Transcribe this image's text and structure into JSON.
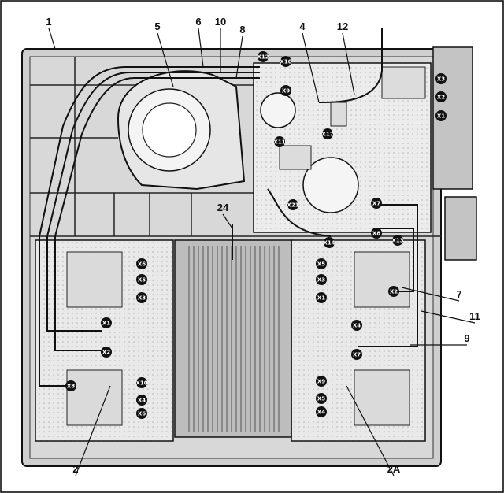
{
  "callouts": [
    "1",
    "5",
    "6",
    "10",
    "8",
    "4",
    "12",
    "24",
    "7",
    "11",
    "9",
    "2",
    "2A"
  ],
  "connectors": [
    "X12",
    "X10",
    "X9",
    "X11",
    "X17",
    "X21",
    "X7",
    "X14",
    "X8",
    "X13",
    "X6",
    "X5",
    "X3",
    "X1",
    "X2",
    "X4",
    "X10",
    "X6",
    "X5",
    "X3",
    "X1",
    "X2",
    "X4",
    "X7",
    "X8",
    "X9",
    "X5",
    "X4",
    "X3",
    "X2",
    "X1"
  ]
}
